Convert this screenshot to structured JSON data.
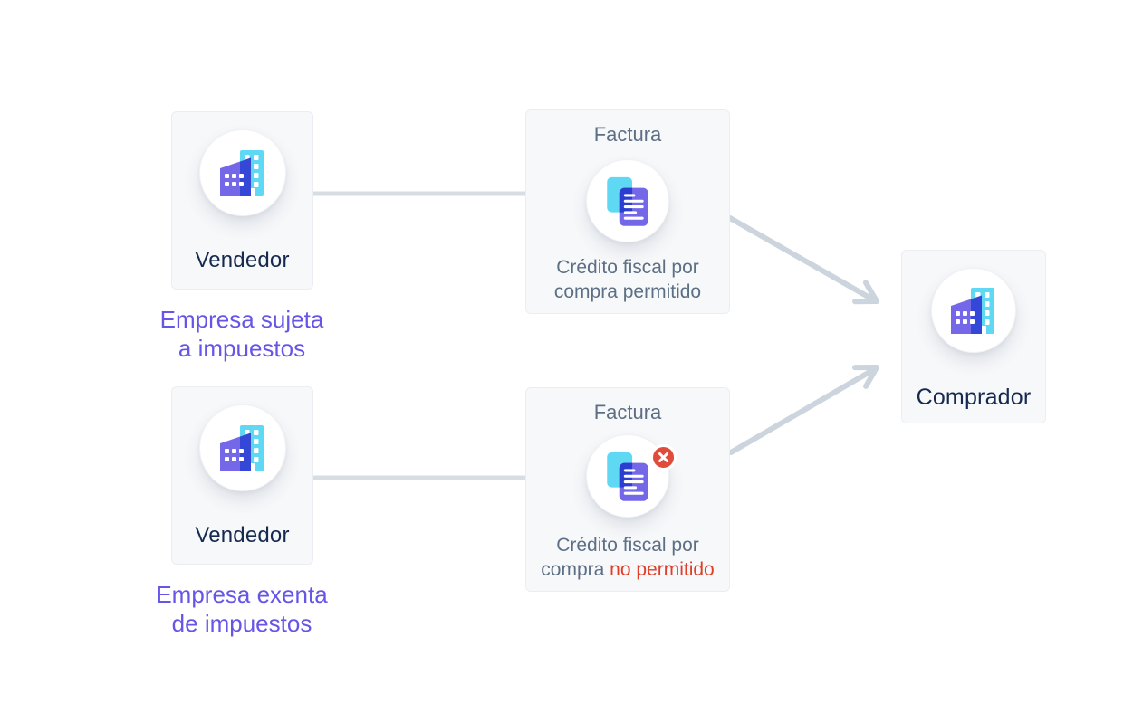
{
  "nodes": {
    "vendor_taxed": {
      "label": "Vendedor",
      "caption": [
        "Empresa sujeta",
        "a impuestos"
      ]
    },
    "vendor_exempt": {
      "label": "Vendedor",
      "caption": [
        "Empresa exenta",
        "de impuestos"
      ]
    },
    "invoice_allowed": {
      "title": "Factura",
      "body_line1": "Crédito fiscal por",
      "body_line2": "compra permitido"
    },
    "invoice_rejected": {
      "title": "Factura",
      "body_line1": "Crédito fiscal por",
      "body_line2_prefix": "compra",
      "body_line2_highlight": "no permitido"
    },
    "buyer": {
      "label": "Comprador"
    }
  },
  "icons": {
    "vendor_icon": "building-icon",
    "buyer_icon": "building-icon",
    "invoice_icon": "documents-icon",
    "rejected_badge": "x-circle-icon"
  },
  "colors": {
    "background": "#ffffff",
    "box_bg": "#f7f8fa",
    "box_border": "#eaedf2",
    "entity_text": "#16294e",
    "muted_text": "#5d6f85",
    "accent_purple": "#6656e8",
    "error_red": "#df3e28",
    "badge_red": "#e04b3a",
    "icon_cyan": "#5fd8f4",
    "icon_purple": "#7568e8",
    "icon_overlap_dark": "#3547d6",
    "doc_overlap_dark": "#2b3ecf",
    "connector_gray": "#d8dde3",
    "arrow_gray": "#ccd4dd"
  }
}
